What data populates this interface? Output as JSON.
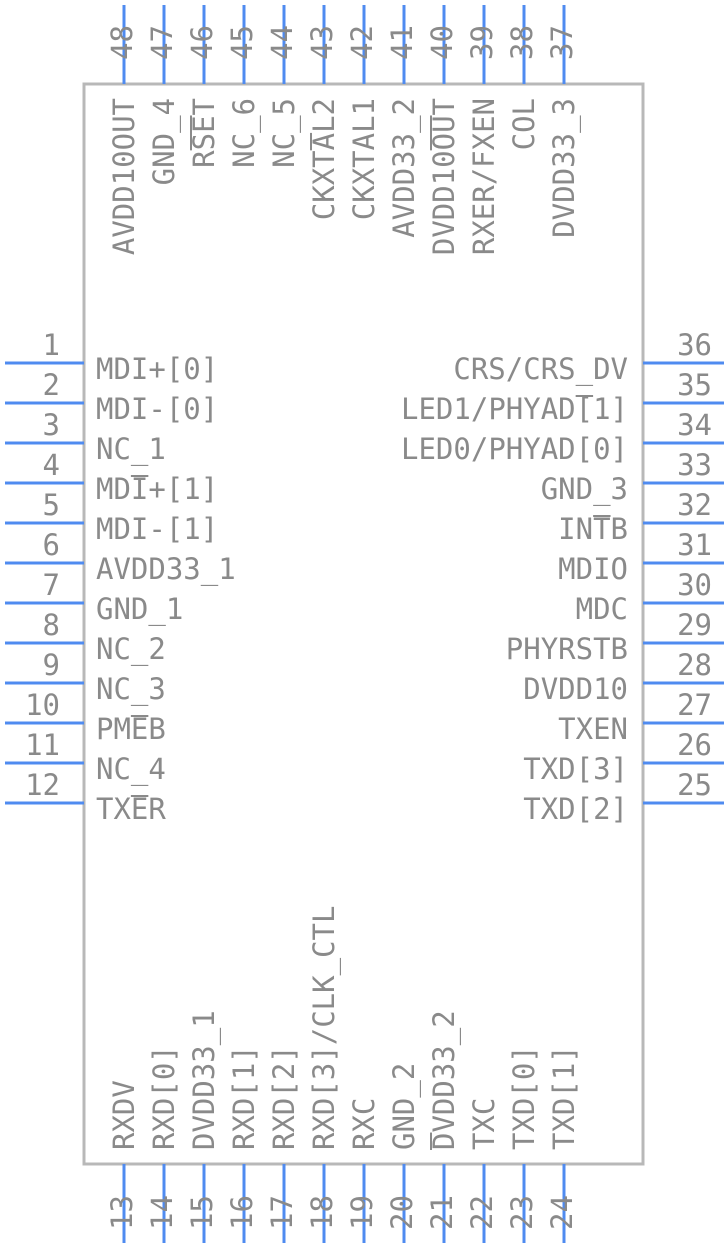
{
  "colors": {
    "body_outline": "#b8b8b8",
    "pin": "#4f8bf0",
    "text": "#8a8a8a",
    "background": "#ffffff"
  },
  "left_pins": [
    {
      "number": "1",
      "name": "MDI+[0]"
    },
    {
      "number": "2",
      "name": "MDI-[0]"
    },
    {
      "number": "3",
      "name": "NC_1"
    },
    {
      "number": "4",
      "name": "MDI+[1]",
      "overbar": "I"
    },
    {
      "number": "5",
      "name": "MDI-[1]"
    },
    {
      "number": "6",
      "name": "AVDD33_1"
    },
    {
      "number": "7",
      "name": "GND_1"
    },
    {
      "number": "8",
      "name": "NC_2"
    },
    {
      "number": "9",
      "name": "NC_3"
    },
    {
      "number": "10",
      "name": "PMEB",
      "overbar": "E"
    },
    {
      "number": "11",
      "name": "NC_4"
    },
    {
      "number": "12",
      "name": "TXER",
      "overbar": "E"
    }
  ],
  "right_pins": [
    {
      "number": "36",
      "name": "CRS/CRS_DV"
    },
    {
      "number": "35",
      "name": "LED1/PHYAD[1]",
      "overbar": "["
    },
    {
      "number": "34",
      "name": "LED0/PHYAD[0]"
    },
    {
      "number": "33",
      "name": "GND_3"
    },
    {
      "number": "32",
      "name": "INTB",
      "overbar": "T"
    },
    {
      "number": "31",
      "name": "MDIO"
    },
    {
      "number": "30",
      "name": "MDC"
    },
    {
      "number": "29",
      "name": "PHYRSTB"
    },
    {
      "number": "28",
      "name": "DVDD10"
    },
    {
      "number": "27",
      "name": "TXEN"
    },
    {
      "number": "26",
      "name": "TXD[3]"
    },
    {
      "number": "25",
      "name": "TXD[2]"
    }
  ],
  "top_pins": [
    {
      "number": "48",
      "name": "AVDD10OUT"
    },
    {
      "number": "47",
      "name": "GND_4"
    },
    {
      "number": "46",
      "name": "RSET",
      "overbar": "SE"
    },
    {
      "number": "45",
      "name": "NC_6"
    },
    {
      "number": "44",
      "name": "NC_5"
    },
    {
      "number": "43",
      "name": "CKXTAL2",
      "overbar": "A"
    },
    {
      "number": "42",
      "name": "CKXTAL1"
    },
    {
      "number": "41",
      "name": "AVDD33_2"
    },
    {
      "number": "40",
      "name": "DVDD10OUT",
      "overbar": "OU"
    },
    {
      "number": "39",
      "name": "RXER/FXEN"
    },
    {
      "number": "38",
      "name": "COL"
    },
    {
      "number": "37",
      "name": "DVDD33_3"
    }
  ],
  "bottom_pins": [
    {
      "number": "13",
      "name": "RXDV"
    },
    {
      "number": "14",
      "name": "RXD[0]"
    },
    {
      "number": "15",
      "name": "DVDD33_1"
    },
    {
      "number": "16",
      "name": "RXD[1]"
    },
    {
      "number": "17",
      "name": "RXD[2]"
    },
    {
      "number": "18",
      "name": "RXD[3]/CLK_CTL"
    },
    {
      "number": "19",
      "name": "RXC"
    },
    {
      "number": "20",
      "name": "GND_2"
    },
    {
      "number": "21",
      "name": "DVDD33_2",
      "overbar": "D"
    },
    {
      "number": "22",
      "name": "TXC"
    },
    {
      "number": "23",
      "name": "TXD[0]"
    },
    {
      "number": "24",
      "name": "TXD[1]"
    }
  ]
}
